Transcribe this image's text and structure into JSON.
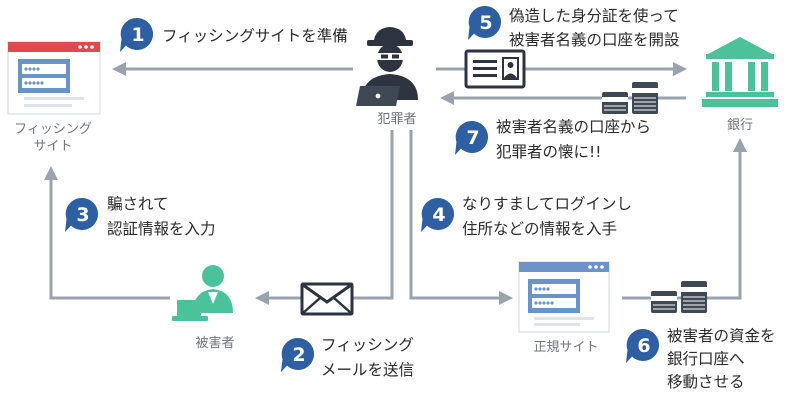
{
  "nodes": {
    "phishing_site": [
      "フィッシング",
      "サイト"
    ],
    "criminal": "犯罪者",
    "bank": "銀行",
    "victim": "被害者",
    "legit_site": "正規サイト"
  },
  "steps": [
    {
      "num": "1",
      "lines": [
        "フィッシングサイトを準備"
      ]
    },
    {
      "num": "2",
      "lines": [
        "フィッシング",
        "メールを送信"
      ]
    },
    {
      "num": "3",
      "lines": [
        "騙されて",
        "認証情報を入力"
      ]
    },
    {
      "num": "4",
      "lines": [
        "なりすましてログインし",
        "住所などの情報を入手"
      ]
    },
    {
      "num": "5",
      "lines": [
        "偽造した身分証を使って",
        "被害者名義の口座を開設"
      ]
    },
    {
      "num": "6",
      "lines": [
        "被害者の資金を",
        "銀行口座へ",
        "移動させる"
      ]
    },
    {
      "num": "7",
      "lines": [
        "被害者名義の口座から",
        "犯罪者の懐に!!"
      ]
    }
  ],
  "colors": {
    "badge": "#2f5fa3",
    "connector": "#9aa3ad",
    "bank": "#4cc29a",
    "victim": "#4cc29a",
    "criminal": "#2d3440",
    "site_window": "#6a93c9",
    "site_header": "#e04a4a"
  },
  "icons": [
    "phishing-site-icon",
    "criminal-icon",
    "bank-icon",
    "victim-icon",
    "legit-site-icon",
    "envelope-icon",
    "id-card-icon",
    "money-stack-icon"
  ]
}
